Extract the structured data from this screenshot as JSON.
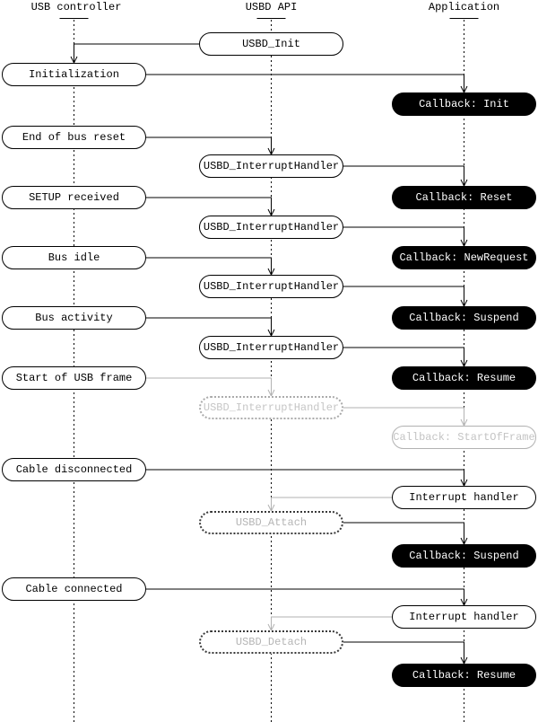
{
  "diagram": {
    "title_columns": [
      {
        "label": "USB controller"
      },
      {
        "label": "USBD API"
      },
      {
        "label": "Application"
      }
    ],
    "nodes": [
      {
        "label": "USBD_Init",
        "column": "usbd-api",
        "style": "plain"
      },
      {
        "label": "Initialization",
        "column": "usb-controller",
        "style": "plain"
      },
      {
        "label": "Callback: Init",
        "column": "application",
        "style": "black"
      },
      {
        "label": "End of bus reset",
        "column": "usb-controller",
        "style": "plain"
      },
      {
        "label": "USBD_InterruptHandler",
        "column": "usbd-api",
        "style": "plain"
      },
      {
        "label": "SETUP received",
        "column": "usb-controller",
        "style": "plain"
      },
      {
        "label": "Callback: Reset",
        "column": "application",
        "style": "black"
      },
      {
        "label": "USBD_InterruptHandler",
        "column": "usbd-api",
        "style": "plain"
      },
      {
        "label": "Bus idle",
        "column": "usb-controller",
        "style": "plain"
      },
      {
        "label": "Callback: NewRequest",
        "column": "application",
        "style": "black"
      },
      {
        "label": "USBD_InterruptHandler",
        "column": "usbd-api",
        "style": "plain"
      },
      {
        "label": "Bus activity",
        "column": "usb-controller",
        "style": "plain"
      },
      {
        "label": "Callback: Suspend",
        "column": "application",
        "style": "black"
      },
      {
        "label": "USBD_InterruptHandler",
        "column": "usbd-api",
        "style": "plain"
      },
      {
        "label": "Start of USB frame",
        "column": "usb-controller",
        "style": "plain"
      },
      {
        "label": "Callback: Resume",
        "column": "application",
        "style": "black"
      },
      {
        "label": "USBD_InterruptHandler",
        "column": "usbd-api",
        "style": "dotted-gray"
      },
      {
        "label": "Callback: StartOfFrame",
        "column": "application",
        "style": "gray-outline"
      },
      {
        "label": "Cable disconnected",
        "column": "usb-controller",
        "style": "plain"
      },
      {
        "label": "Interrupt handler",
        "column": "application",
        "style": "plain"
      },
      {
        "label": "USBD_Attach",
        "column": "usbd-api",
        "style": "dotted-dark"
      },
      {
        "label": "Callback: Suspend",
        "column": "application",
        "style": "black"
      },
      {
        "label": "Cable connected",
        "column": "usb-controller",
        "style": "plain"
      },
      {
        "label": "Interrupt handler",
        "column": "application",
        "style": "plain"
      },
      {
        "label": "USBD_Detach",
        "column": "usbd-api",
        "style": "dotted-dark"
      },
      {
        "label": "Callback: Resume",
        "column": "application",
        "style": "black"
      }
    ],
    "colors": {
      "line_black": "#000000",
      "line_gray": "#b2b2b2",
      "gray_text": "#c4c4c4",
      "callback_fill": "#000000",
      "callback_text": "#ffffff",
      "background": "#ffffff"
    }
  }
}
